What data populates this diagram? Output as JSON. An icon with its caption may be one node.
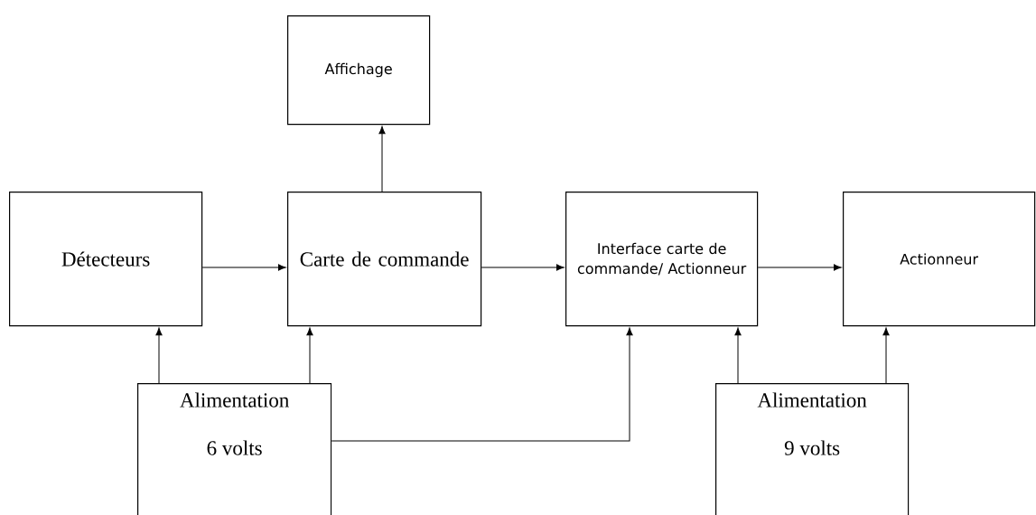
{
  "diagram": {
    "nodes": [
      {
        "text": [
          "Affichage"
        ]
      },
      {
        "text": [
          "Détecteurs"
        ]
      },
      {
        "text": [
          "Carte de commande"
        ]
      },
      {
        "text": [
          "Interface carte de commande/ Actionneur"
        ]
      },
      {
        "text": [
          "Actionneur"
        ]
      },
      {
        "text": [
          "Alimentation",
          "6 volts"
        ]
      },
      {
        "text": [
          "Alimentation",
          "9 volts"
        ]
      }
    ],
    "edges": [
      {
        "from": 1,
        "to": 2,
        "arrow": "to"
      },
      {
        "from": 2,
        "to": 3,
        "arrow": "to"
      },
      {
        "from": 3,
        "to": 4,
        "arrow": "to"
      },
      {
        "from": 2,
        "to": 0,
        "arrow": "to"
      },
      {
        "from": 5,
        "to": 1,
        "arrow": "to"
      },
      {
        "from": 5,
        "to": 2,
        "arrow": "to"
      },
      {
        "from": 5,
        "to": 3,
        "arrow": "to"
      },
      {
        "from": 6,
        "to": 3,
        "arrow": "to"
      },
      {
        "from": 6,
        "to": 4,
        "arrow": "to"
      }
    ]
  }
}
